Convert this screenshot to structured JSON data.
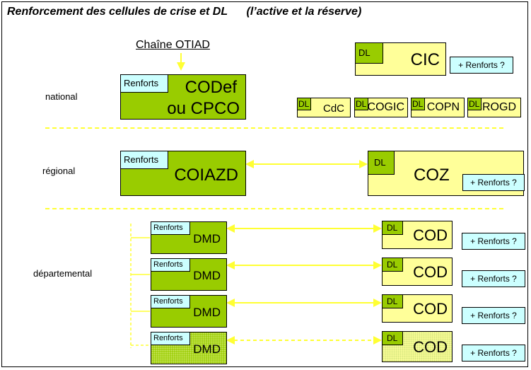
{
  "title": "Renforcement des cellules de crise et DL      (l’active et la réserve)",
  "levels": {
    "national": "national",
    "regional": "régional",
    "departemental": "départemental"
  },
  "chain": "Chaîne OTIAD",
  "national": {
    "codef_tag": "Renforts",
    "codef_line1": "CODef",
    "codef_line2": "ou CPCO",
    "cic_dl": "DL",
    "cic": "CIC",
    "cic_renforts": "+ Renforts ?",
    "small": [
      {
        "dl": "DL",
        "label": "CdC"
      },
      {
        "dl": "DL",
        "label": "COGIC"
      },
      {
        "dl": "DL",
        "label": "COPN"
      },
      {
        "dl": "DL",
        "label": "CROGD"
      }
    ]
  },
  "regional": {
    "coiazd_tag": "Renforts",
    "coiazd": "COIAZD",
    "coz_dl": "DL",
    "coz": "COZ",
    "coz_renforts": "+ Renforts ?"
  },
  "departemental": {
    "rows": [
      {
        "tag": "Renforts",
        "dmd": "DMD",
        "dl": "DL",
        "cod": "COD",
        "renforts": "+ Renforts ?"
      },
      {
        "tag": "Renforts",
        "dmd": "DMD",
        "dl": "DL",
        "cod": "COD",
        "renforts": "+ Renforts ?"
      },
      {
        "tag": "Renforts",
        "dmd": "DMD",
        "dl": "DL",
        "cod": "COD",
        "renforts": "+ Renforts ?"
      },
      {
        "tag": "Renforts",
        "dmd": "DMD",
        "dl": "DL",
        "cod": "COD",
        "renforts": "+ Renforts ?"
      }
    ]
  },
  "colors": {
    "green": "#99cc00",
    "yellow": "#ffff99",
    "cyan": "#ccffff",
    "arrow": "#ffff33"
  }
}
